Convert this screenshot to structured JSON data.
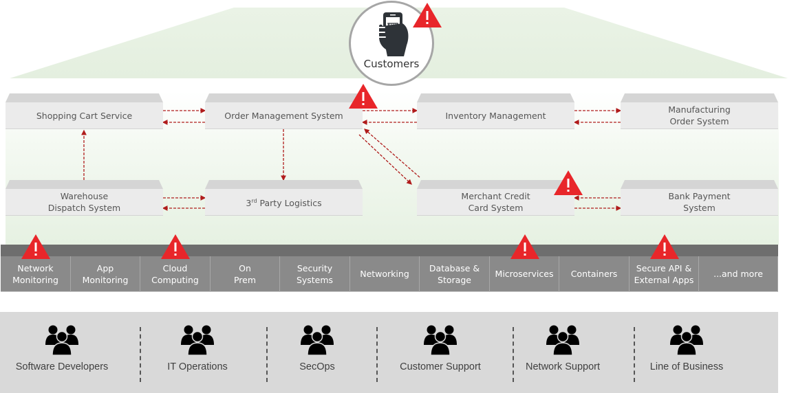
{
  "customers": {
    "label": "Customers",
    "icon": "smartphone-shopping-cart-icon",
    "alert": true
  },
  "systems": [
    {
      "id": "shopping-cart",
      "label": "Shopping Cart Service",
      "alert": false
    },
    {
      "id": "order-management",
      "label": "Order Management System",
      "alert": true
    },
    {
      "id": "inventory",
      "label": "Inventory Management",
      "alert": false
    },
    {
      "id": "manufacturing",
      "label": "Manufacturing\nOrder System",
      "alert": false
    },
    {
      "id": "warehouse",
      "label": "Warehouse\nDispatch System",
      "alert": false
    },
    {
      "id": "third-party-logistics",
      "label_prefix": "3",
      "label_sup": "rd",
      "label_suffix": " Party Logistics",
      "alert": false
    },
    {
      "id": "merchant-credit",
      "label": "Merchant Credit\nCard System",
      "alert": true
    },
    {
      "id": "bank-payment",
      "label": "Bank Payment\nSystem",
      "alert": false
    }
  ],
  "connections": [
    {
      "from": "shopping-cart",
      "to": "order-management",
      "bidirectional": true
    },
    {
      "from": "order-management",
      "to": "inventory",
      "bidirectional": true
    },
    {
      "from": "inventory",
      "to": "manufacturing",
      "bidirectional": true
    },
    {
      "from": "warehouse",
      "to": "shopping-cart",
      "bidirectional": false
    },
    {
      "from": "order-management",
      "to": "third-party-logistics",
      "bidirectional": false
    },
    {
      "from": "warehouse",
      "to": "third-party-logistics",
      "bidirectional": true
    },
    {
      "from": "order-management",
      "to": "merchant-credit",
      "bidirectional": true
    },
    {
      "from": "merchant-credit",
      "to": "bank-payment",
      "bidirectional": true
    }
  ],
  "infrastructure": [
    {
      "label": "Network\nMonitoring",
      "alert": true
    },
    {
      "label": "App\nMonitoring",
      "alert": false
    },
    {
      "label": "Cloud\nComputing",
      "alert": true
    },
    {
      "label": "On\nPrem",
      "alert": false
    },
    {
      "label": "Security\nSystems",
      "alert": false
    },
    {
      "label": "Networking",
      "alert": false
    },
    {
      "label": "Database &\nStorage",
      "alert": false
    },
    {
      "label": "Microservices",
      "alert": true
    },
    {
      "label": "Containers",
      "alert": false
    },
    {
      "label": "Secure API &\nExternal Apps",
      "alert": true
    },
    {
      "label": "...and more",
      "alert": false
    }
  ],
  "teams": [
    {
      "label": "Software Developers",
      "icon": "user-group-icon"
    },
    {
      "label": "IT Operations",
      "icon": "user-group-icon"
    },
    {
      "label": "SecOps",
      "icon": "user-group-icon"
    },
    {
      "label": "Customer Support",
      "icon": "user-group-icon"
    },
    {
      "label": "Network Support",
      "icon": "user-group-icon"
    },
    {
      "label": "Line of Business",
      "icon": "user-group-icon"
    }
  ],
  "colors": {
    "alert": "#e8262a",
    "arrow": "#b01c1c",
    "layer": "#8a8a8a",
    "panel": "#d9d9d9",
    "roof": "#e8f2e4"
  }
}
